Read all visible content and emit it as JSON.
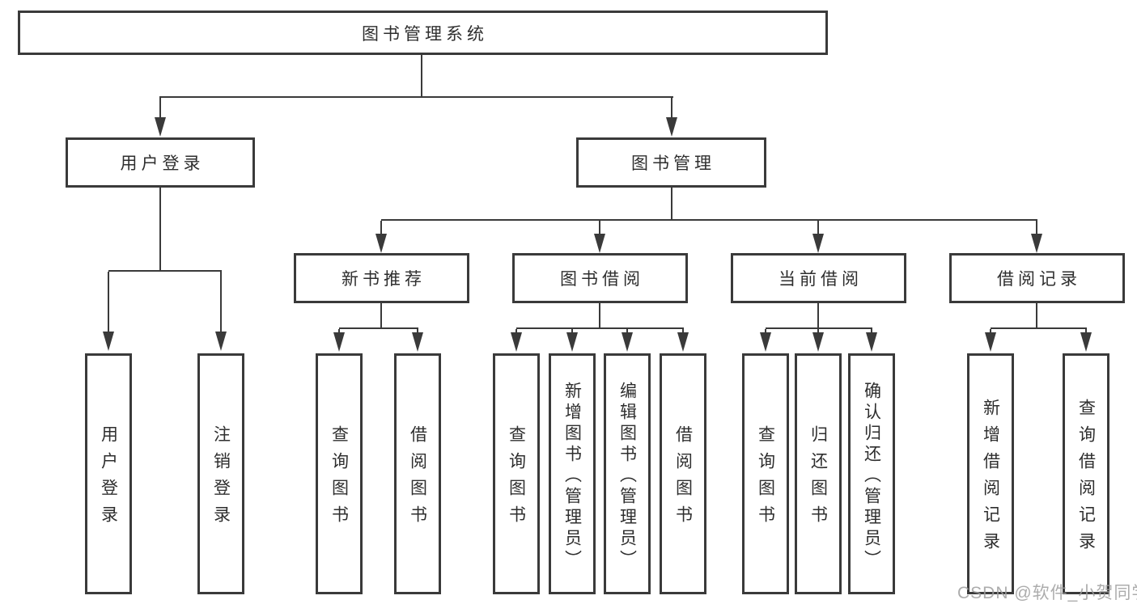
{
  "diagram": {
    "root": {
      "label": "图书管理系统"
    },
    "branches": [
      {
        "label": "用户登录",
        "children": [
          "用户登录",
          "注销登录"
        ]
      },
      {
        "label": "图书管理",
        "sections": [
          {
            "label": "新书推荐",
            "children": [
              "查询图书",
              "借阅图书"
            ]
          },
          {
            "label": "图书借阅",
            "children": [
              "查询图书",
              "新增图书（管理员）",
              "编辑图书（管理员）",
              "借阅图书"
            ]
          },
          {
            "label": "当前借阅",
            "children": [
              "查询图书",
              "归还图书",
              "确认归还（管理员）"
            ]
          },
          {
            "label": "借阅记录",
            "children": [
              "新增借阅记录",
              "查询借阅记录"
            ]
          }
        ]
      }
    ]
  },
  "watermark": {
    "text": "CSDN @软件_小贺同学"
  },
  "colors": {
    "line": "#3a3a3a",
    "text": "#2e2e2e",
    "background": "#ffffff",
    "watermark": "#9e9e9e"
  }
}
